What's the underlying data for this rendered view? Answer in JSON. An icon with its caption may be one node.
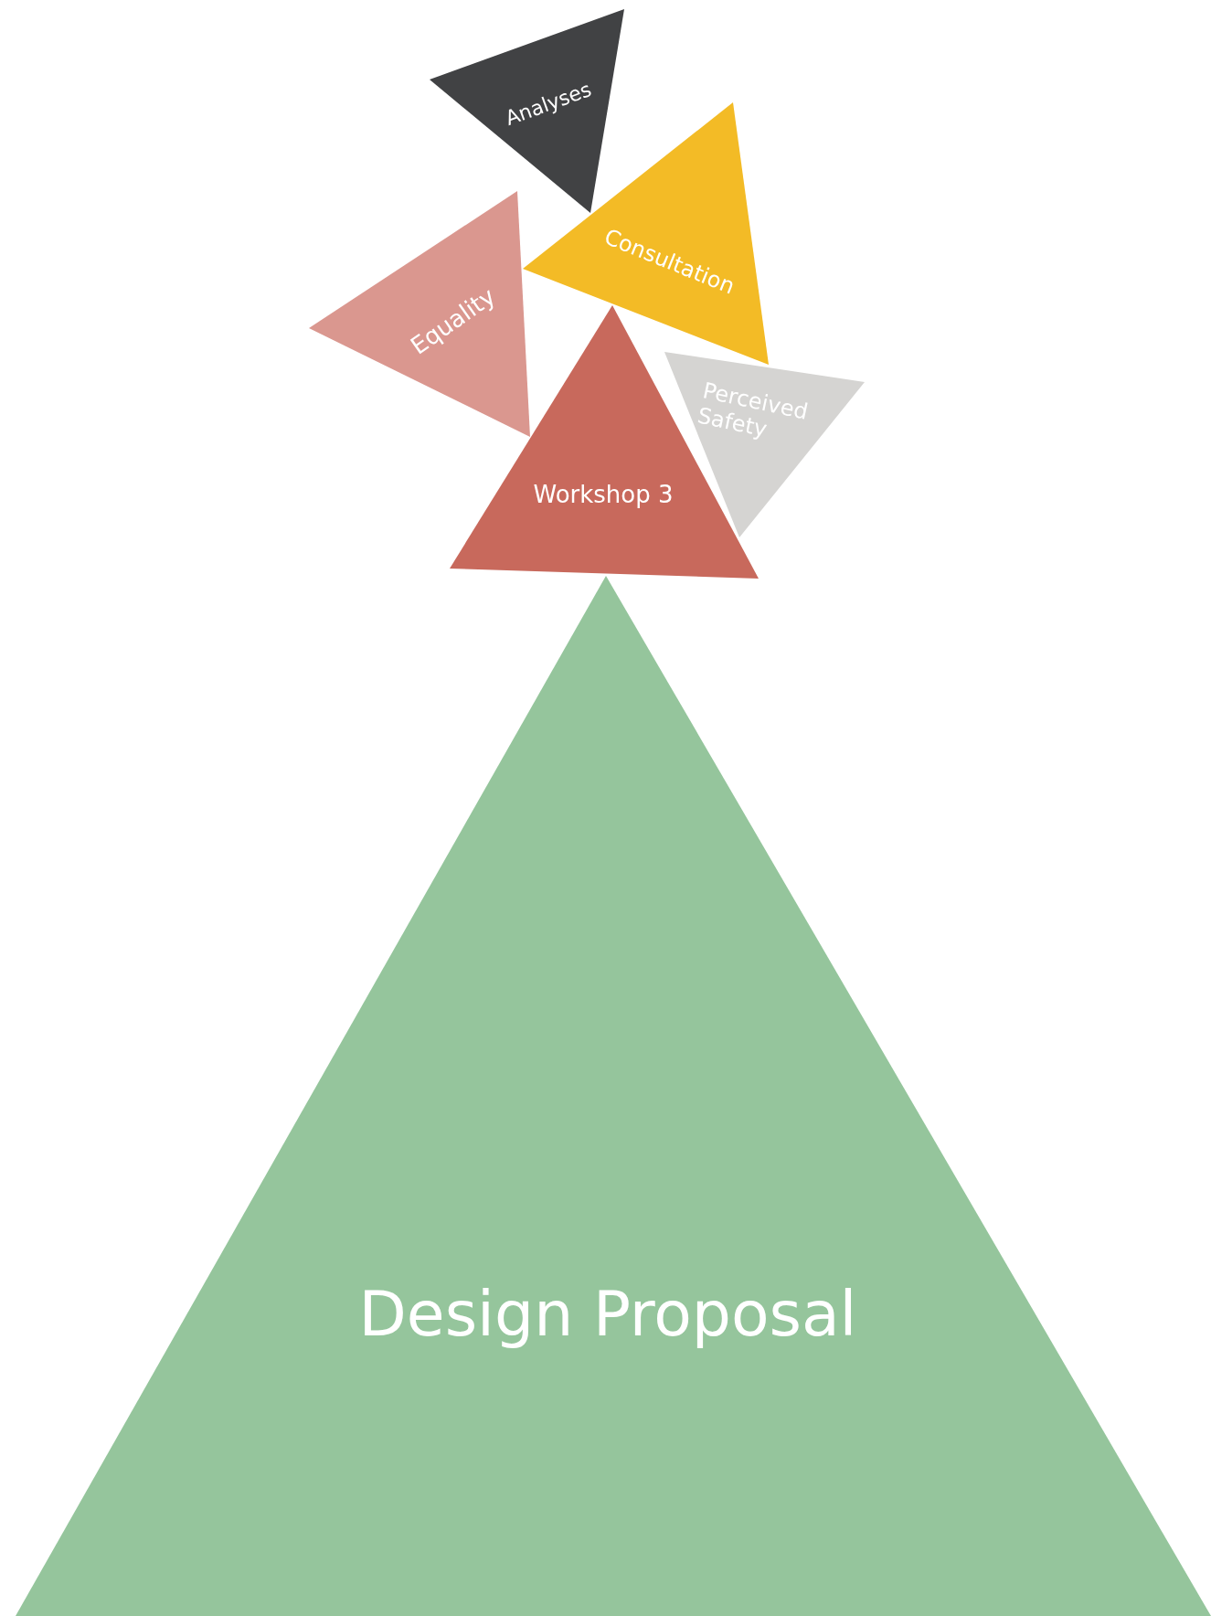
{
  "diagram": {
    "nodes": [
      {
        "text": [
          "Analyses"
        ]
      },
      {
        "text": [
          "Consultation"
        ]
      },
      {
        "text": [
          "Equality"
        ]
      },
      {
        "text": [
          "Perceived Safety"
        ]
      },
      {
        "text": [
          "Workshop 3"
        ]
      },
      {
        "text": [
          "Design Proposal"
        ]
      }
    ]
  }
}
